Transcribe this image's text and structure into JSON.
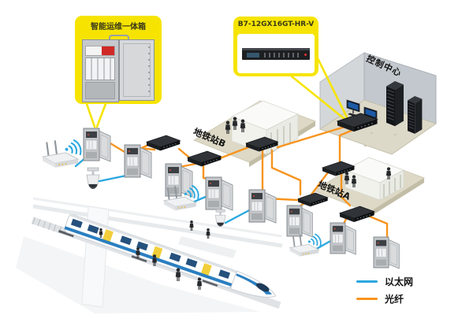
{
  "callouts": {
    "cabinet_title": "智能运维一体箱",
    "switch_model": "B7-12GX16GT-HR-V"
  },
  "areas": {
    "control_center": "控制中心",
    "station_b": "地铁站B",
    "station_a": "地铁站A"
  },
  "legend": {
    "items": [
      {
        "name": "ethernet",
        "label": "以太网",
        "color": "#2AA7DF"
      },
      {
        "name": "fiber",
        "label": "光纤",
        "color": "#F7941E"
      }
    ]
  },
  "colors": {
    "callout_yellow": "#F6E400",
    "ethernet_blue": "#2AA7DF",
    "fiber_orange": "#F7941E"
  },
  "diagram": {
    "type": "metro-network-topology",
    "inventory": {
      "core_switch": 1,
      "fiber_switches": 6,
      "wall_converter_boxes": 8,
      "wifi_access_points": 3,
      "dome_cameras": 2,
      "control_room_monitors": 2,
      "server_racks": 2,
      "metro_trains": 1
    }
  }
}
